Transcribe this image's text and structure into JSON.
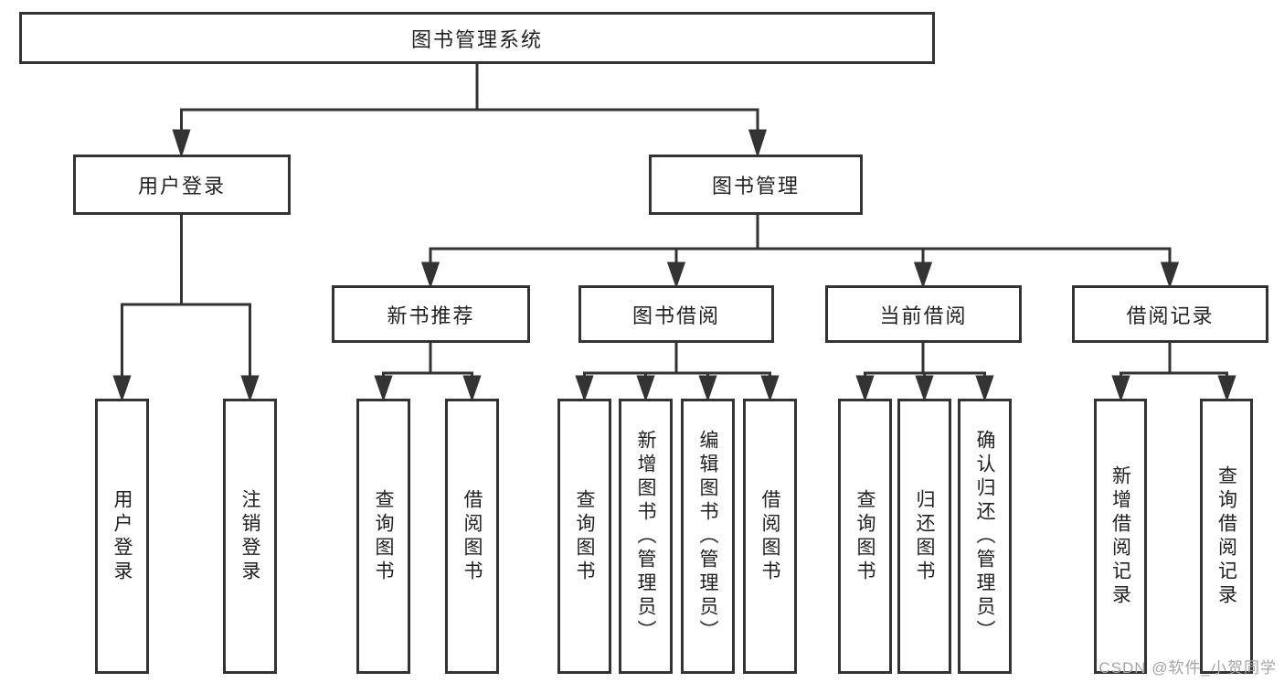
{
  "diagram": {
    "root": {
      "label": "图书管理系统"
    },
    "level2": [
      {
        "label": "用户登录"
      },
      {
        "label": "图书管理"
      }
    ],
    "level3": [
      {
        "label": "新书推荐"
      },
      {
        "label": "图书借阅"
      },
      {
        "label": "当前借阅"
      },
      {
        "label": "借阅记录"
      }
    ],
    "groups": [
      {
        "parent": "用户登录",
        "leaves": [
          "用户登录",
          "注销登录"
        ]
      },
      {
        "parent": "新书推荐",
        "leaves": [
          "查询图书",
          "借阅图书"
        ]
      },
      {
        "parent": "图书借阅",
        "leaves": [
          "查询图书",
          "新增图书（管理员）",
          "编辑图书（管理员）",
          "借阅图书"
        ]
      },
      {
        "parent": "当前借阅",
        "leaves": [
          "查询图书",
          "归还图书",
          "确认归还（管理员）"
        ]
      },
      {
        "parent": "借阅记录",
        "leaves": [
          "新增借阅记录",
          "查询借阅记录"
        ]
      }
    ]
  },
  "watermark": "CSDN @软件_小贺同学",
  "colors": {
    "line": "#333333",
    "text": "#222222",
    "watermark": "#a5a5a5",
    "background": "#ffffff"
  }
}
